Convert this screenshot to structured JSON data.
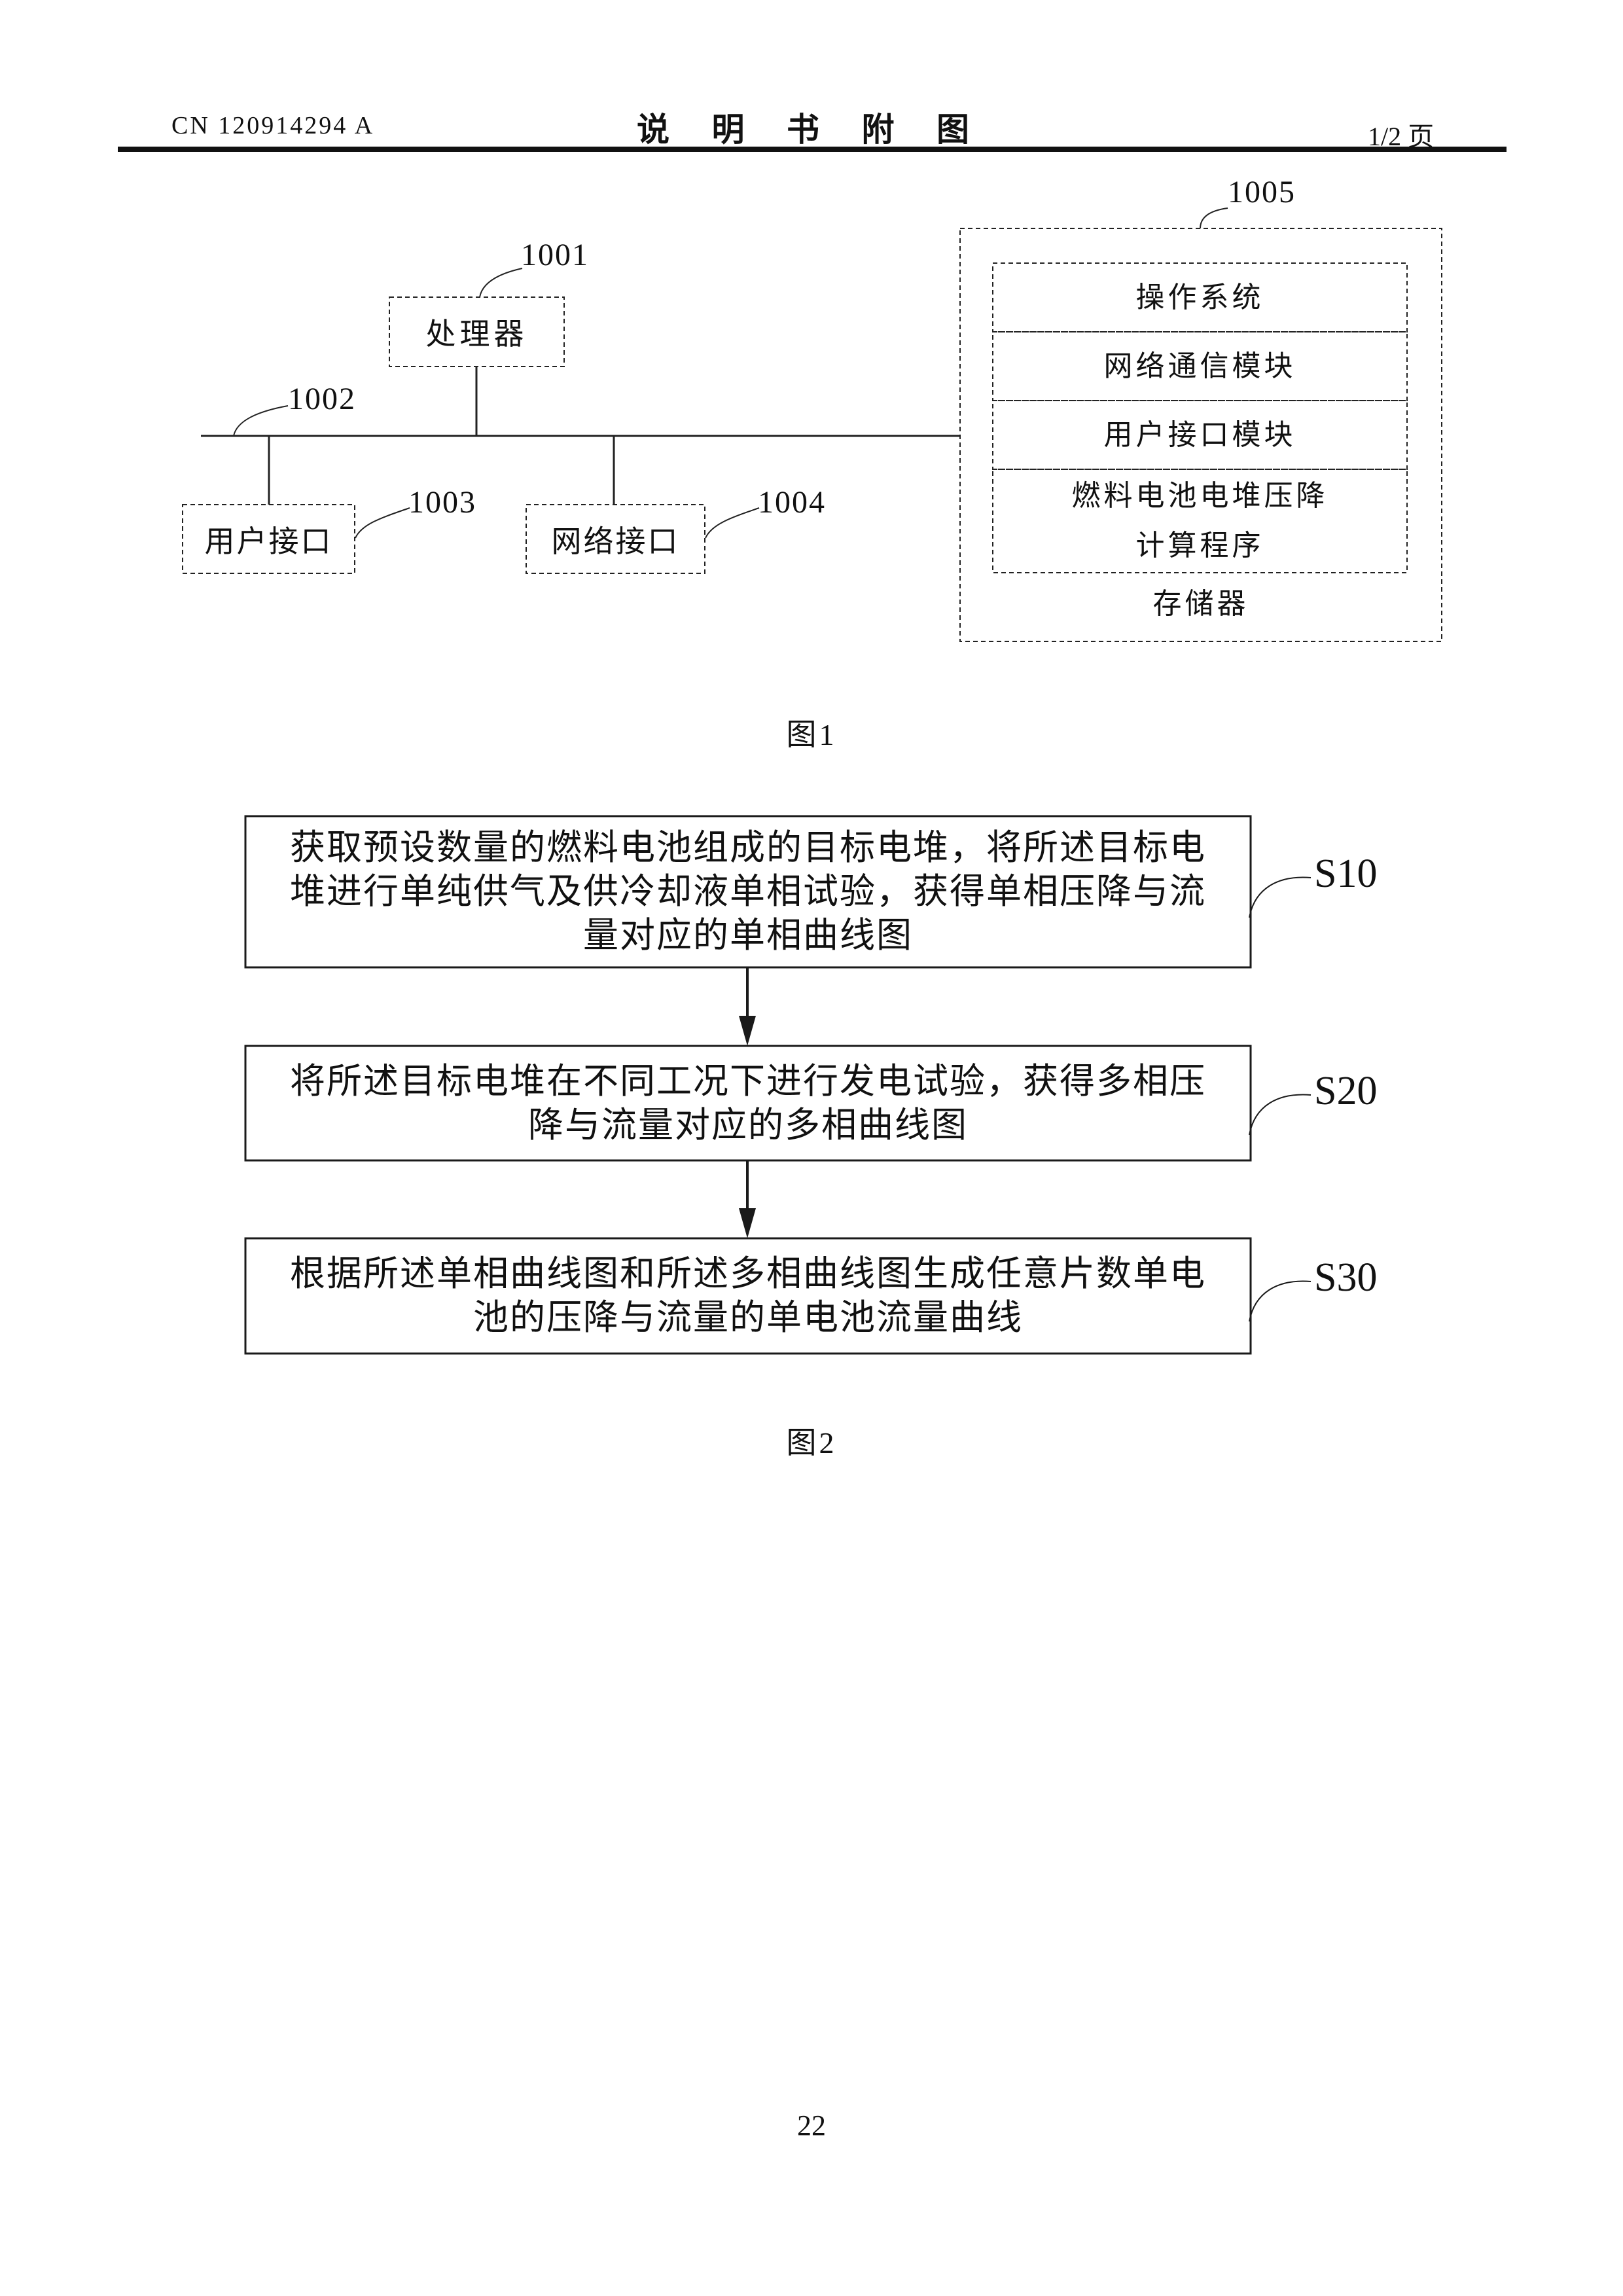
{
  "header": {
    "patent_number": "CN 120914294 A",
    "doc_title": "说 明 书 附 图",
    "page_indicator": "1/2 页"
  },
  "figure1": {
    "caption": "图1",
    "blocks": {
      "processor": "处理器",
      "user_interface": "用户接口",
      "network_interface": "网络接口",
      "memory": "存储器",
      "memory_modules": [
        {
          "lines": [
            "操作系统"
          ]
        },
        {
          "lines": [
            "网络通信模块"
          ]
        },
        {
          "lines": [
            "用户接口模块"
          ]
        },
        {
          "lines": [
            "燃料电池电堆压降",
            "计算程序"
          ]
        }
      ]
    },
    "refs": {
      "processor": "1001",
      "bus": "1002",
      "user_interface": "1003",
      "network_interface": "1004",
      "memory": "1005"
    }
  },
  "figure2": {
    "caption": "图2",
    "steps": [
      {
        "id": "S10",
        "lines": [
          "获取预设数量的燃料电池组成的目标电堆，将所述目标电",
          "堆进行单纯供气及供冷却液单相试验，获得单相压降与流",
          "量对应的单相曲线图"
        ]
      },
      {
        "id": "S20",
        "lines": [
          "将所述目标电堆在不同工况下进行发电试验，获得多相压",
          "降与流量对应的多相曲线图"
        ]
      },
      {
        "id": "S30",
        "lines": [
          "根据所述单相曲线图和所述多相曲线图生成任意片数单电",
          "池的压降与流量的单电池流量曲线"
        ]
      }
    ]
  },
  "footer": {
    "page_number": "22"
  }
}
